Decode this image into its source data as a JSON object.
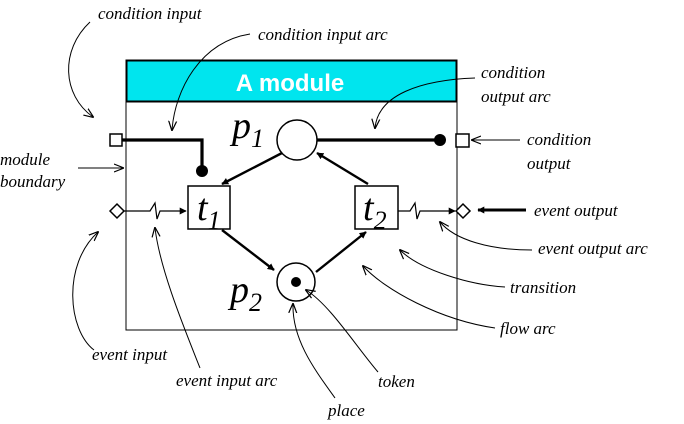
{
  "colors": {
    "module_header": "#00E5EE",
    "ink": "#000000",
    "background": "#FFFFFF"
  },
  "module": {
    "title": "A module"
  },
  "places": {
    "p1": {
      "symbol": "p",
      "sub": "1"
    },
    "p2": {
      "symbol": "p",
      "sub": "2"
    }
  },
  "transitions": {
    "t1": {
      "symbol": "t",
      "sub": "1"
    },
    "t2": {
      "symbol": "t",
      "sub": "2"
    }
  },
  "labels": {
    "condition_input": "condition input",
    "condition_input_arc": "condition input arc",
    "condition_output_arc_line1": "condition",
    "condition_output_arc_line2": "output arc",
    "condition_output_line1": "condition",
    "condition_output_line2": "output",
    "module_boundary_line1": "module",
    "module_boundary_line2": "boundary",
    "event_output": "event output",
    "event_output_arc": "event output arc",
    "transition": "transition",
    "flow_arc": "flow arc",
    "event_input": "event input",
    "event_input_arc": "event input arc",
    "token": "token",
    "place": "place"
  }
}
